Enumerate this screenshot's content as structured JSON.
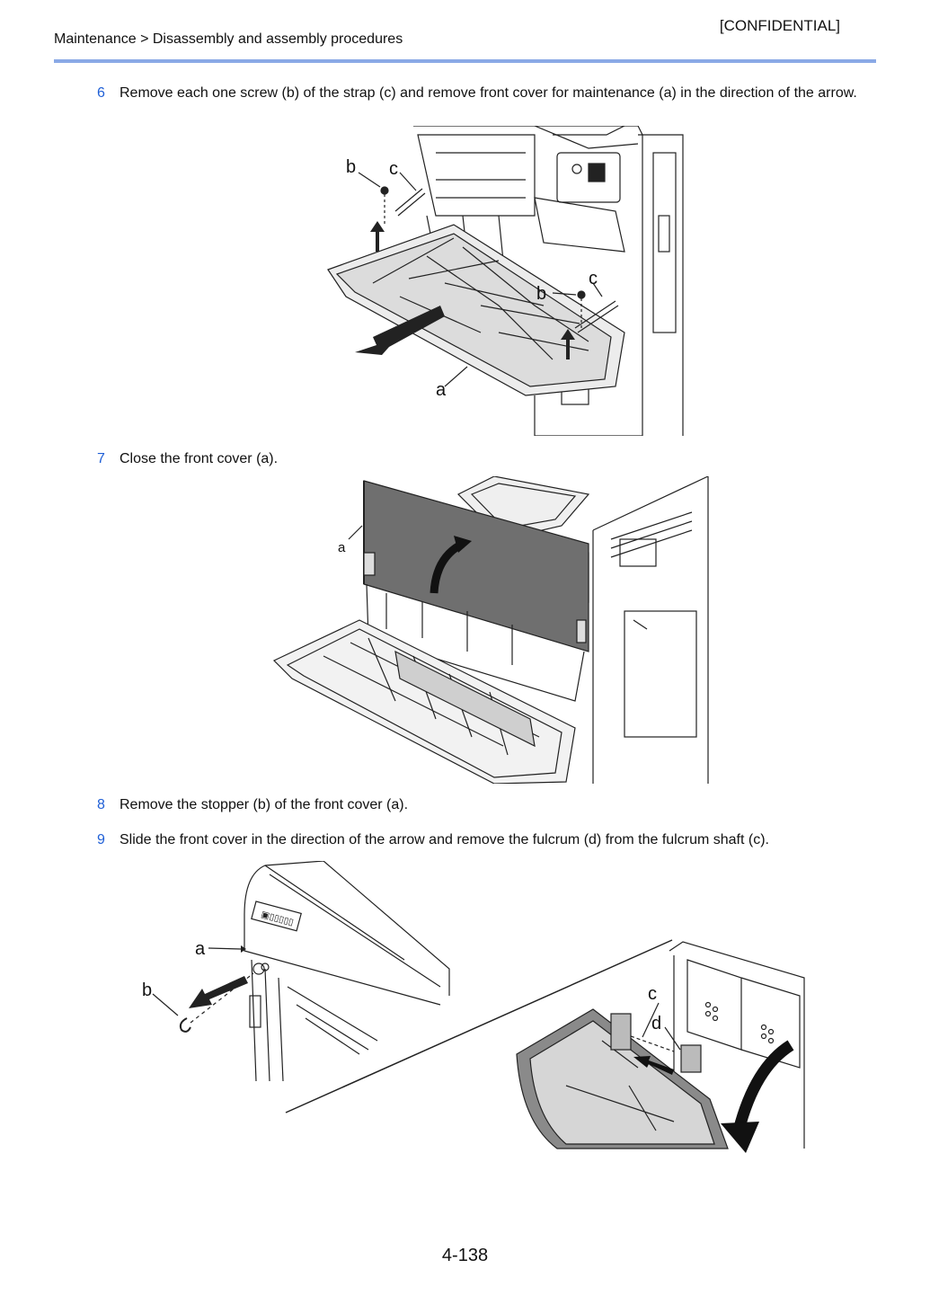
{
  "header": {
    "confidential": "[CONFIDENTIAL]",
    "breadcrumb": "Maintenance > Disassembly and assembly procedures"
  },
  "steps": [
    {
      "number": "6",
      "text": "Remove each one screw (b) of the strap (c) and remove front cover for maintenance (a) in the direction of the arrow."
    },
    {
      "number": "7",
      "text": "Close the front cover (a)."
    },
    {
      "number": "8",
      "text": "Remove the stopper (b) of the front cover (a)."
    },
    {
      "number": "9",
      "text": "Slide the front cover in the direction of the arrow and remove the fulcrum (d) from the fulcrum shaft (c)."
    }
  ],
  "figures": {
    "fig1": {
      "labels": {
        "b1": "b",
        "c1": "c",
        "c2": "c",
        "b2": "b",
        "a": "a"
      }
    },
    "fig2": {
      "labels": {
        "a": "a"
      }
    },
    "fig3": {
      "labels": {
        "a": "a",
        "b": "b",
        "c": "c",
        "d": "d"
      }
    }
  },
  "footer": {
    "page_number": "4-138"
  }
}
